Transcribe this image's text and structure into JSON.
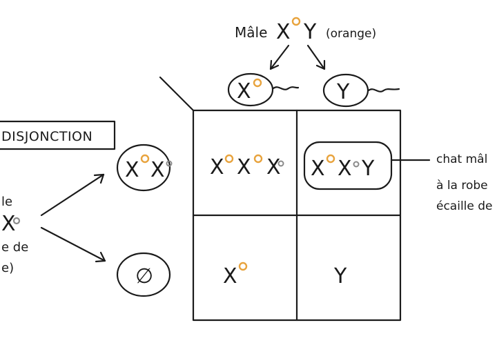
{
  "colors": {
    "ink": "#1a1a1a",
    "orange_allele": "#e8a33d",
    "black_allele": "#8a8a8a",
    "background": "#ffffff"
  },
  "male": {
    "label": "Mâle",
    "genotype_x": "X",
    "genotype_y": "Y",
    "note": "(orange)"
  },
  "sperm": [
    {
      "letter": "X",
      "allele": "orange"
    },
    {
      "letter": "Y",
      "allele": "none"
    }
  ],
  "nondisjunction_label": "DISJONCTION",
  "female": {
    "lines": [
      "le",
      "X",
      "e de",
      "e)"
    ]
  },
  "eggs": [
    {
      "letters": [
        "X",
        "X"
      ],
      "alleles": [
        "orange",
        "black"
      ]
    },
    {
      "symbol": "∅"
    }
  ],
  "grid": {
    "cell_11": {
      "letters": [
        "X",
        "X",
        "X"
      ],
      "alleles": [
        "orange",
        "orange",
        "black"
      ]
    },
    "cell_12": {
      "letters": [
        "X",
        "X",
        "Y"
      ],
      "alleles": [
        "orange",
        "black",
        "none"
      ]
    },
    "cell_21": {
      "letters": [
        "X"
      ],
      "alleles": [
        "orange"
      ]
    },
    "cell_22": {
      "letters": [
        "Y"
      ],
      "alleles": [
        "none"
      ]
    }
  },
  "annotation": {
    "lines": [
      "chat mâl",
      "à la robe",
      "écaille de"
    ]
  }
}
